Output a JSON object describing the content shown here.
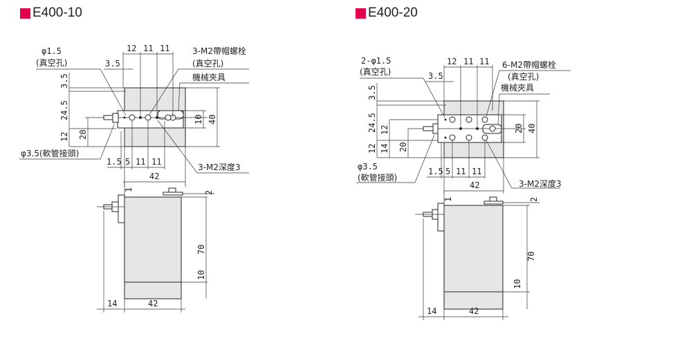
{
  "accent_color": "#e0004e",
  "left": {
    "title": "E400-10",
    "vacuum_hole": "φ1.5",
    "vacuum_hole_sub": "(真空孔)",
    "bolt": "3-M2帶帽螺栓",
    "bolt_sub": "(真空孔)",
    "clamp": "機械夾具",
    "hose": "φ3.5(軟管接頭)",
    "tap": "3-M2深度3",
    "dims": {
      "top1": "12",
      "top2": "11",
      "top3": "11",
      "off": "3.5",
      "v1": "3.5",
      "v2": "24.5",
      "v3": "12",
      "v4": "20",
      "r1": "10",
      "r2": "40",
      "b1": "1.5",
      "b2": "5",
      "b3": "11",
      "b4": "11",
      "w": "42",
      "s1": "1",
      "s2": "2",
      "h": "70",
      "h2": "10",
      "d": "14",
      "w2": "42"
    }
  },
  "right": {
    "title": "E400-20",
    "vacuum_hole": "2-φ1.5",
    "vacuum_hole_sub": "(真空孔)",
    "bolt": "6-M2帶帽螺栓",
    "bolt_sub": "(真空孔)",
    "clamp": "機械夾具",
    "hose": "φ3.5",
    "hose_sub": "(軟管接頭)",
    "tap": "3-M2深度3",
    "dims": {
      "top1": "12",
      "top2": "11",
      "top3": "11",
      "off": "3.5",
      "v1": "3.5",
      "v2": "24.5",
      "v3": "12",
      "v4": "12",
      "v5": "14",
      "v6": "20",
      "r1": "20",
      "r2": "40",
      "b1": "1.5",
      "b2": "5",
      "b3": "11",
      "b4": "11",
      "w": "42",
      "s1": "1",
      "s2": "2",
      "h": "70",
      "h2": "10",
      "d": "14",
      "w2": "42"
    }
  }
}
